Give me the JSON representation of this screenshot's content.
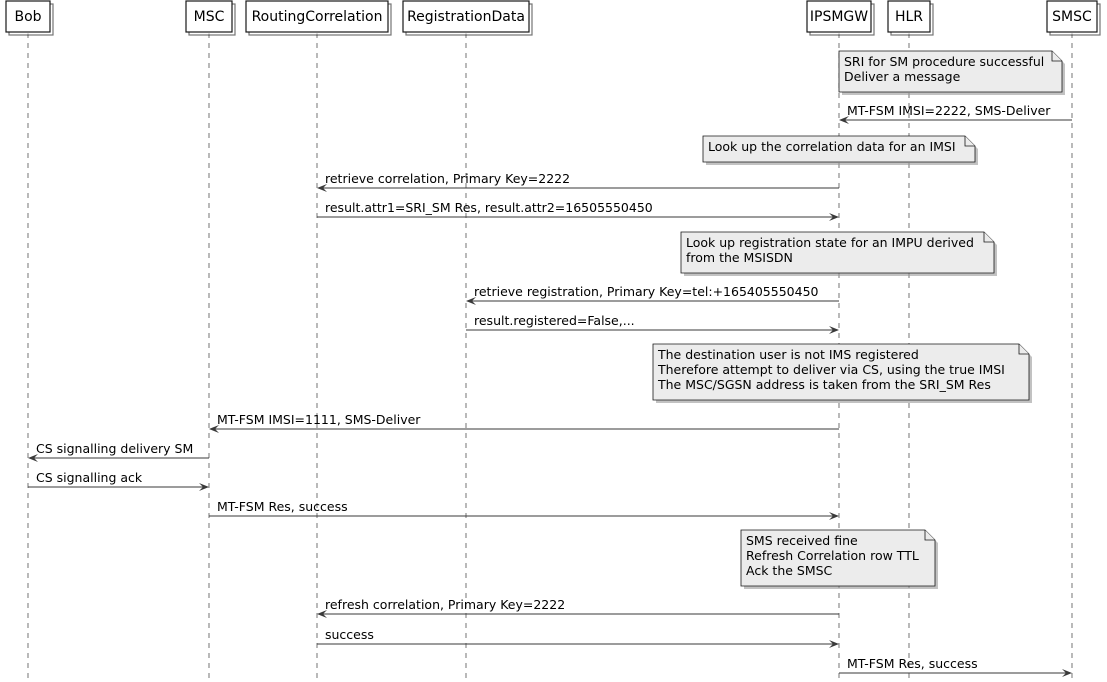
{
  "participants": [
    {
      "id": "bob",
      "label": "Bob"
    },
    {
      "id": "msc",
      "label": "MSC"
    },
    {
      "id": "routing",
      "label": "RoutingCorrelation"
    },
    {
      "id": "registration",
      "label": "RegistrationData"
    },
    {
      "id": "ipsmgw",
      "label": "IPSMGW"
    },
    {
      "id": "hlr",
      "label": "HLR"
    },
    {
      "id": "smsc",
      "label": "SMSC"
    }
  ],
  "sequence": [
    {
      "kind": "note",
      "lines": [
        "SRI for SM procedure successful",
        "Deliver a message"
      ]
    },
    {
      "kind": "message",
      "from": "smsc",
      "to": "ipsmgw",
      "label": "MT-FSM IMSI=2222, SMS-Deliver"
    },
    {
      "kind": "note",
      "lines": [
        "Look up the correlation data for an IMSI"
      ]
    },
    {
      "kind": "message",
      "from": "ipsmgw",
      "to": "routing",
      "label": "retrieve correlation, Primary Key=2222"
    },
    {
      "kind": "message",
      "from": "routing",
      "to": "ipsmgw",
      "label": "result.attr1=SRI_SM Res, result.attr2=16505550450"
    },
    {
      "kind": "note",
      "lines": [
        "Look up registration state for an IMPU derived",
        "from the MSISDN"
      ]
    },
    {
      "kind": "message",
      "from": "ipsmgw",
      "to": "registration",
      "label": "retrieve registration, Primary Key=tel:+165405550450"
    },
    {
      "kind": "message",
      "from": "registration",
      "to": "ipsmgw",
      "label": "result.registered=False,..."
    },
    {
      "kind": "note",
      "lines": [
        "The destination user is not IMS registered",
        "Therefore attempt to deliver via CS, using the true IMSI",
        "The MSC/SGSN address is taken from the SRI_SM Res"
      ]
    },
    {
      "kind": "message",
      "from": "ipsmgw",
      "to": "msc",
      "label": "MT-FSM IMSI=1111, SMS-Deliver"
    },
    {
      "kind": "message",
      "from": "msc",
      "to": "bob",
      "label": "CS signalling delivery SM"
    },
    {
      "kind": "message",
      "from": "bob",
      "to": "msc",
      "label": "CS signalling ack"
    },
    {
      "kind": "message",
      "from": "msc",
      "to": "ipsmgw",
      "label": "MT-FSM Res, success"
    },
    {
      "kind": "note",
      "lines": [
        "SMS received fine",
        "Refresh Correlation row TTL",
        "Ack the SMSC"
      ]
    },
    {
      "kind": "message",
      "from": "ipsmgw",
      "to": "routing",
      "label": "refresh correlation, Primary Key=2222"
    },
    {
      "kind": "message",
      "from": "routing",
      "to": "ipsmgw",
      "label": "success"
    },
    {
      "kind": "message",
      "from": "ipsmgw",
      "to": "smsc",
      "label": "MT-FSM Res, success"
    }
  ]
}
